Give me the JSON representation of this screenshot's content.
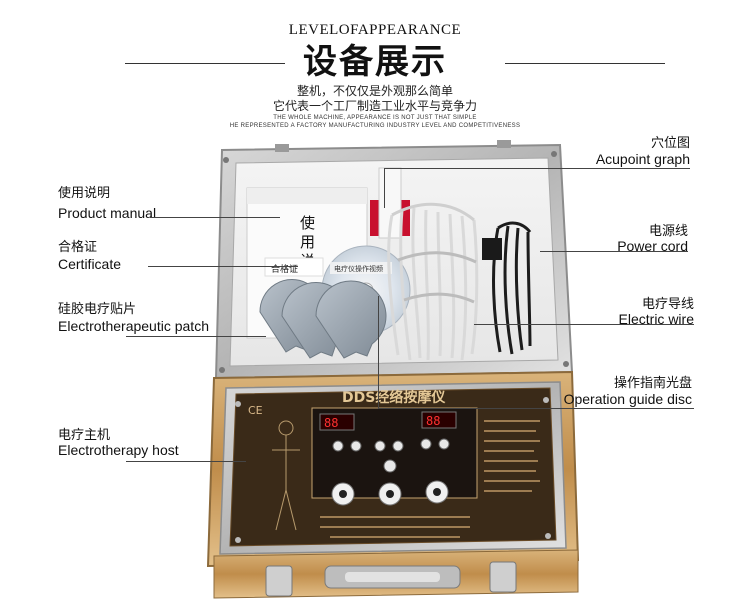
{
  "header": {
    "top_en": "LEVELOFAPPEARANCE",
    "title": "设备展示",
    "subtitle_1": "整机，不仅仅是外观那么简单",
    "subtitle_2": "它代表一个工厂制造工业水平与竞争力",
    "tiny_1": "THE WHOLE MACHINE, APPEARANCE IS NOT JUST THAT SIMPLE",
    "tiny_2": "HE REPRESENTED A FACTORY MANUFACTURING INDUSTRY LEVEL AND COMPETITIVENESS"
  },
  "labels": {
    "manual_cn": "使用说明",
    "manual_en": "Product manual",
    "certificate_cn": "合格证",
    "certificate_en": "Certificate",
    "patch_cn": "硅胶电疗贴片",
    "patch_en": "Electrotherapeutic patch",
    "host_cn": "电疗主机",
    "host_en": "Electrotherapy host",
    "acupoint_cn": "穴位图",
    "acupoint_en": "Acupoint graph",
    "power_cn": "电源线",
    "power_en": "Power cord",
    "wire_cn": "电疗导线",
    "wire_en": "Electric wire",
    "disc_cn": "操作指南光盘",
    "disc_en": "Operation guide disc"
  },
  "device": {
    "brand": "DDS经络按摩仪",
    "display_left": "88",
    "display_right": "88",
    "cd_label": "电疗仪操作视频",
    "manual_chars": [
      "使",
      "用",
      "说"
    ],
    "cert_text": "合格证",
    "logo_text": "CE"
  }
}
